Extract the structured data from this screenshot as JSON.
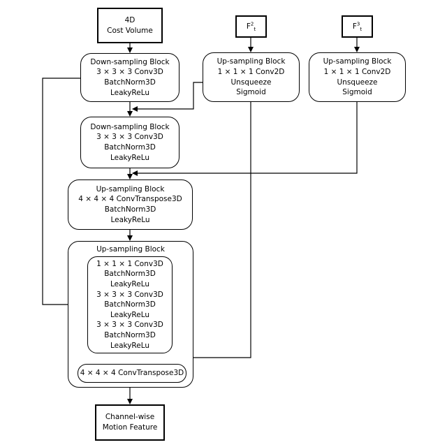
{
  "nodes": {
    "cost_volume": {
      "lines": [
        "4D",
        "Cost Volume"
      ]
    },
    "f2": {
      "base": "F",
      "sup": "2",
      "sub": "t"
    },
    "f3": {
      "base": "F",
      "sup": "3",
      "sub": "t"
    },
    "down1": {
      "lines": [
        "Down-sampling Block",
        "3 × 3 × 3 Conv3D",
        "BatchNorm3D",
        "LeakyReLu"
      ]
    },
    "up2d_1": {
      "lines": [
        "Up-sampling Block",
        "1 × 1 × 1 Conv2D",
        "Unsqueeze",
        "Sigmoid"
      ]
    },
    "up2d_2": {
      "lines": [
        "Up-sampling Block",
        "1 × 1 × 1 Conv2D",
        "Unsqueeze",
        "Sigmoid"
      ]
    },
    "down2": {
      "lines": [
        "Down-sampling Block",
        "3 × 3 × 3 Conv3D",
        "BatchNorm3D",
        "LeakyReLu"
      ]
    },
    "up3d_1": {
      "lines": [
        "Up-sampling Block",
        "4 × 4 × 4 ConvTranspose3D",
        "BatchNorm3D",
        "LeakyReLu"
      ]
    },
    "up3d_2": {
      "title": "Up-sampling Block",
      "inner_lines": [
        "1 × 1 × 1 Conv3D",
        "BatchNorm3D",
        "LeakyReLu",
        "3 × 3 × 3 Conv3D",
        "BatchNorm3D",
        "LeakyReLu",
        "3 × 3 × 3 Conv3D",
        "BatchNorm3D",
        "LeakyReLu"
      ],
      "transpose": "4 × 4 × 4 ConvTranspose3D"
    },
    "output": {
      "lines": [
        "Channel-wise",
        "Motion Feature"
      ]
    }
  }
}
